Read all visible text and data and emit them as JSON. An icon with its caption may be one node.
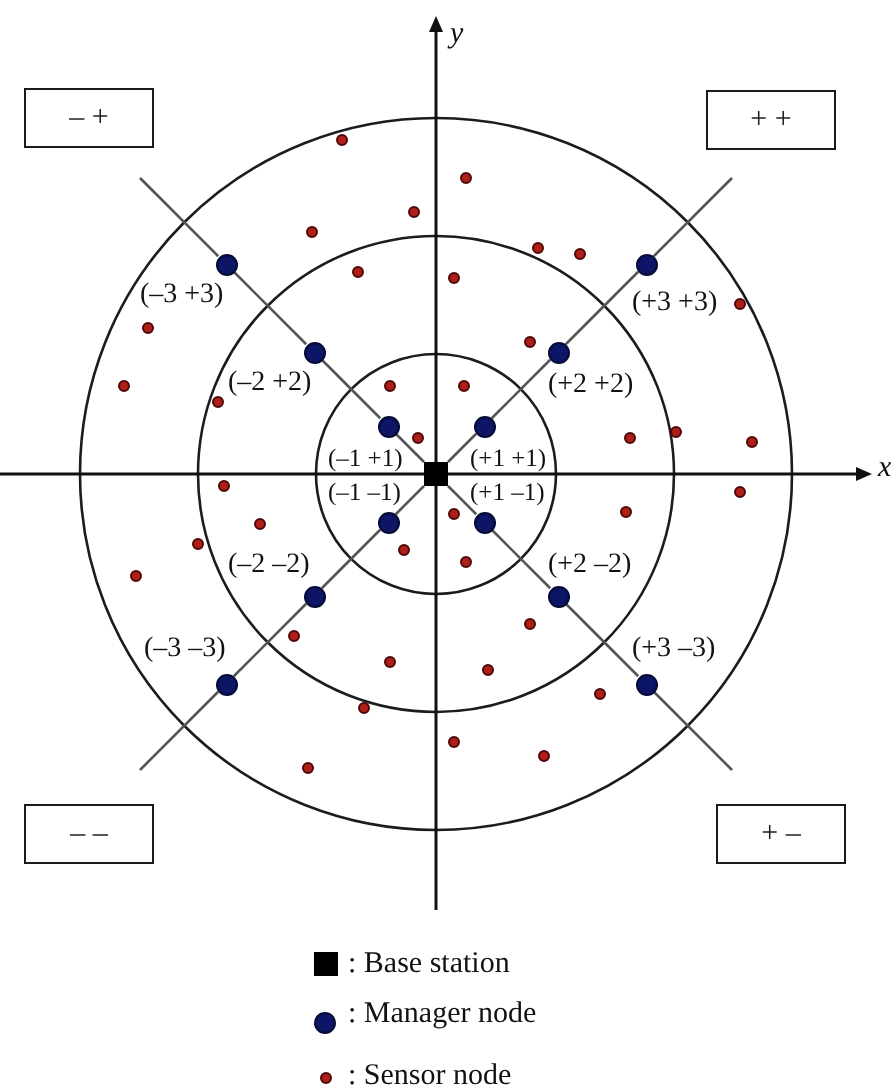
{
  "diagram": {
    "nodes": [
      {
        "text": [
          "– +"
        ]
      },
      {
        "text": [
          "+ +"
        ]
      },
      {
        "text": [
          "– –"
        ]
      },
      {
        "text": [
          "+ –"
        ]
      },
      {
        "text": [],
        "shape": "box"
      },
      {
        "text": [],
        "shape": "circle",
        "beside": [
          "(–3 +3)"
        ]
      },
      {
        "text": [],
        "shape": "circle",
        "beside": [
          "(+3 +3)"
        ]
      },
      {
        "text": [],
        "shape": "circle",
        "beside": [
          "(–2 +2)"
        ]
      },
      {
        "text": [],
        "shape": "circle",
        "beside": [
          "(+2 +2)"
        ]
      },
      {
        "text": [],
        "shape": "circle",
        "beside": [
          "(–1 +1)"
        ]
      },
      {
        "text": [],
        "shape": "circle",
        "beside": [
          "(+1 +1)"
        ]
      },
      {
        "text": [],
        "shape": "circle",
        "beside": [
          "(–1 –1)"
        ]
      },
      {
        "text": [],
        "shape": "circle",
        "beside": [
          "(+1 –1)"
        ]
      },
      {
        "text": [],
        "shape": "circle",
        "beside": [
          "(–2 –2)"
        ]
      },
      {
        "text": [],
        "shape": "circle",
        "beside": [
          "(+2 –2)"
        ]
      },
      {
        "text": [],
        "shape": "circle",
        "beside": [
          "(–3 –3)"
        ]
      },
      {
        "text": [],
        "shape": "circle",
        "beside": [
          "(+3 –3)"
        ]
      },
      {
        "text": [],
        "shape": "circle"
      },
      {
        "text": [],
        "shape": "circle"
      },
      {
        "text": [],
        "shape": "circle"
      },
      {
        "text": [],
        "shape": "circle"
      },
      {
        "text": [],
        "shape": "circle"
      },
      {
        "text": [],
        "shape": "circle"
      },
      {
        "text": [],
        "shape": "circle"
      },
      {
        "text": [],
        "shape": "circle"
      },
      {
        "text": [],
        "shape": "circle"
      },
      {
        "text": [],
        "shape": "circle"
      },
      {
        "text": [],
        "shape": "circle"
      },
      {
        "text": [],
        "shape": "circle"
      },
      {
        "text": [],
        "shape": "circle"
      },
      {
        "text": [],
        "shape": "circle"
      },
      {
        "text": [],
        "shape": "circle"
      },
      {
        "text": [],
        "shape": "circle"
      },
      {
        "text": [],
        "shape": "circle"
      },
      {
        "text": [],
        "shape": "circle"
      },
      {
        "text": [],
        "shape": "circle"
      },
      {
        "text": [],
        "shape": "circle"
      },
      {
        "text": [],
        "shape": "circle"
      },
      {
        "text": [],
        "shape": "circle"
      },
      {
        "text": [],
        "shape": "circle"
      },
      {
        "text": [],
        "shape": "circle"
      },
      {
        "text": [],
        "shape": "circle"
      },
      {
        "text": [],
        "shape": "circle"
      },
      {
        "text": [],
        "shape": "circle"
      },
      {
        "text": [],
        "shape": "circle"
      },
      {
        "text": [],
        "shape": "circle"
      },
      {
        "text": [],
        "shape": "circle"
      },
      {
        "text": [],
        "shape": "circle"
      },
      {
        "text": [],
        "shape": "circle"
      },
      {
        "text": [],
        "shape": "circle"
      },
      {
        "text": [],
        "shape": "circle"
      },
      {
        "text": [],
        "shape": "circle"
      },
      {
        "text": [],
        "shape": "circle"
      },
      {
        "text": [],
        "shape": "circle"
      }
    ],
    "edges": [
      {
        "from": 4,
        "to": 9,
        "arrow": "none"
      },
      {
        "from": 9,
        "to": 7,
        "arrow": "none"
      },
      {
        "from": 7,
        "to": 5,
        "arrow": "none"
      },
      {
        "from": 5,
        "to": null,
        "arrow": "none"
      },
      {
        "from": 4,
        "to": 10,
        "arrow": "none"
      },
      {
        "from": 10,
        "to": 8,
        "arrow": "none"
      },
      {
        "from": 8,
        "to": 6,
        "arrow": "none"
      },
      {
        "from": 6,
        "to": null,
        "arrow": "none"
      },
      {
        "from": 4,
        "to": 11,
        "arrow": "none"
      },
      {
        "from": 11,
        "to": 13,
        "arrow": "none"
      },
      {
        "from": 13,
        "to": 15,
        "arrow": "none"
      },
      {
        "from": 15,
        "to": null,
        "arrow": "none"
      },
      {
        "from": 4,
        "to": 12,
        "arrow": "none"
      },
      {
        "from": 12,
        "to": 14,
        "arrow": "none"
      },
      {
        "from": 14,
        "to": 16,
        "arrow": "none"
      },
      {
        "from": 16,
        "to": null,
        "arrow": "none"
      }
    ],
    "labels": [
      "y",
      "x"
    ],
    "legend": [
      {
        "text": ": Base station"
      },
      {
        "text": ": Manager node"
      },
      {
        "text": ": Sensor node"
      }
    ]
  }
}
